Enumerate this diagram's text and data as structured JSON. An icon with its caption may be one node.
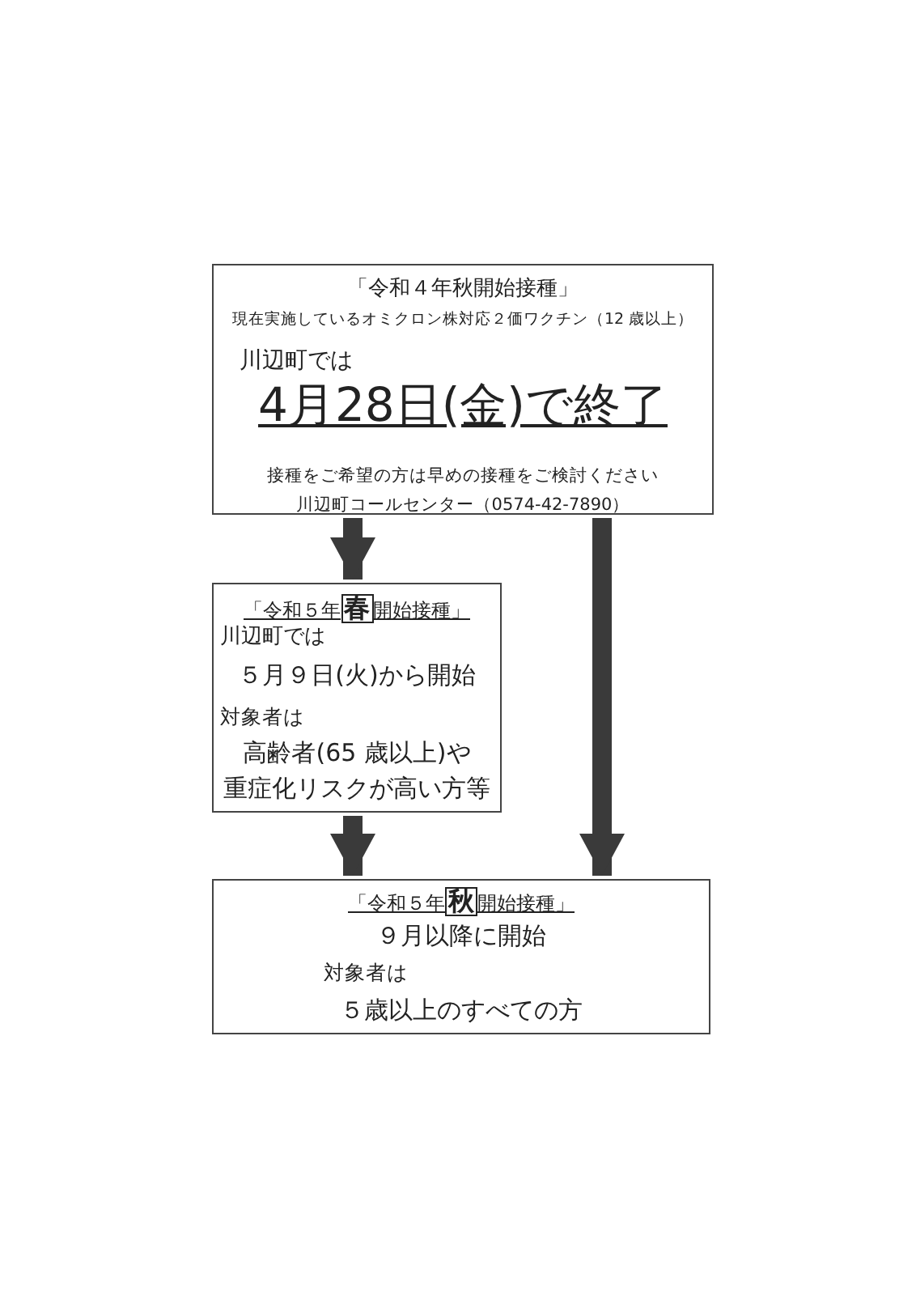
{
  "diagram": {
    "nodes": [
      {
        "text": [
          "「令和４年秋開始接種」",
          "現在実施しているオミクロン株対応２価ワクチン（12 歳以上）",
          "川辺町では",
          "4月28日(金)で終了",
          "接種をご希望の方は早めの接種をご検討ください",
          "川辺町コールセンター（0574-42-7890）"
        ]
      },
      {
        "text": [
          "「令和５年**春**開始接種」",
          "川辺町では",
          "５月９日(火)から開始",
          "対象者は",
          "高齢者(65 歳以上)や",
          "重症化リスクが高い方等"
        ]
      },
      {
        "text": [
          "「令和５年**秋**開始接種」",
          "９月以降に開始",
          "対象者は",
          "５歳以上のすべての方"
        ]
      }
    ],
    "edges": [
      {
        "from": 0,
        "to": 1,
        "arrow": "to"
      },
      {
        "from": 1,
        "to": 2,
        "arrow": "to"
      },
      {
        "from": 0,
        "to": 2,
        "arrow": "to"
      }
    ]
  }
}
